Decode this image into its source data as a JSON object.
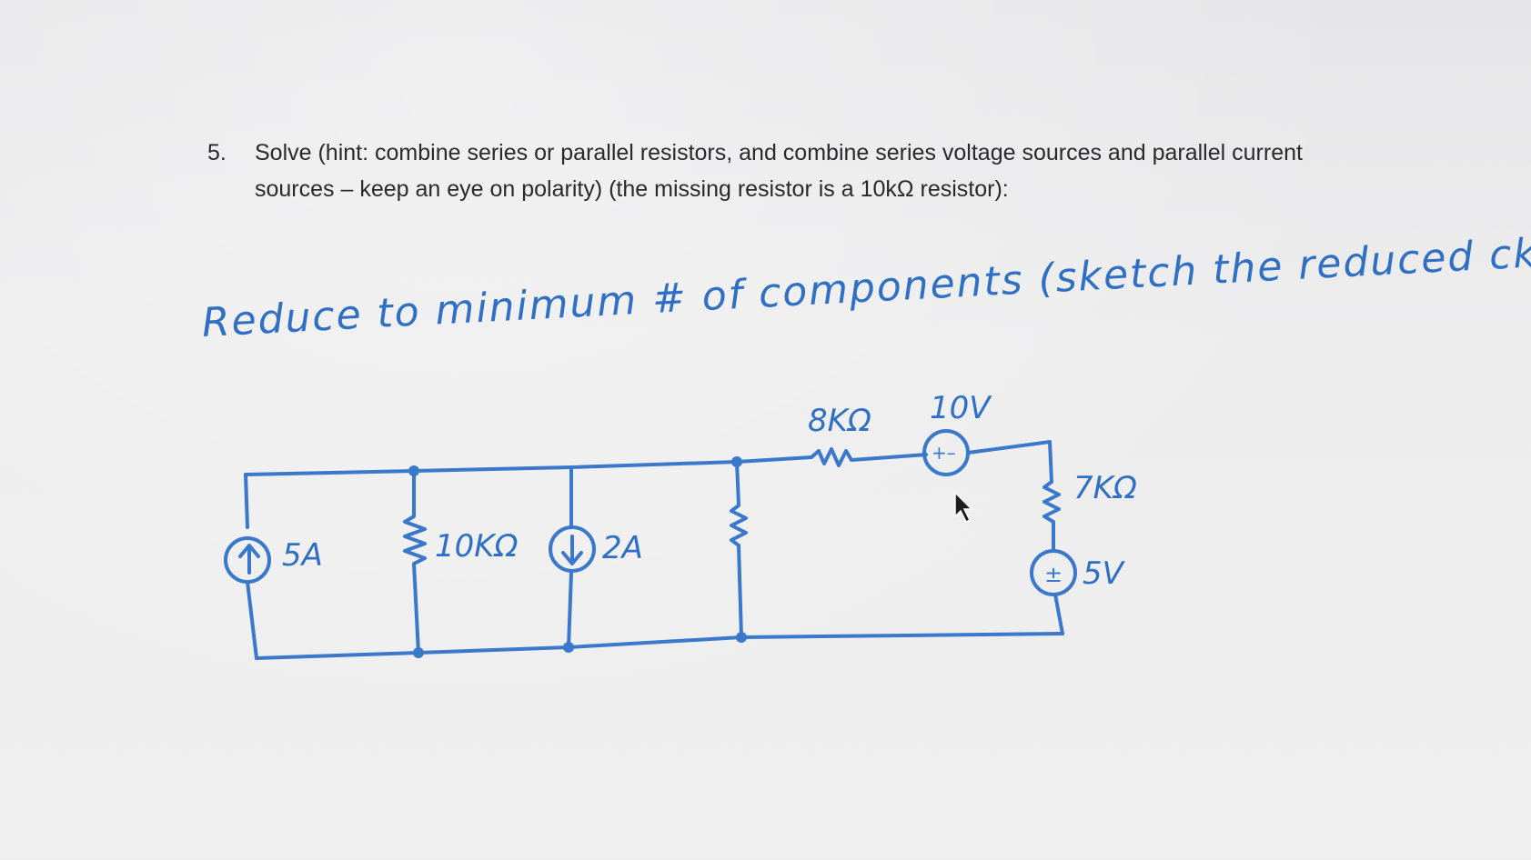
{
  "problem": {
    "number": "5.",
    "text": "Solve (hint: combine series or parallel resistors, and combine series voltage sources and parallel current sources – keep an eye on polarity) (the missing resistor is a 10kΩ resistor):"
  },
  "handwritten_instruction": "Reduce to minimum # of components (sketch the reduced ckt)",
  "circuit": {
    "labels": {
      "source_5a": "5A",
      "resistor_10k": "10KΩ",
      "source_2a": "2A",
      "resistor_8k": "8KΩ",
      "source_10v": "10V",
      "resistor_7k": "7KΩ",
      "source_5v": "5V"
    },
    "ink_color": "#3a78cc"
  }
}
